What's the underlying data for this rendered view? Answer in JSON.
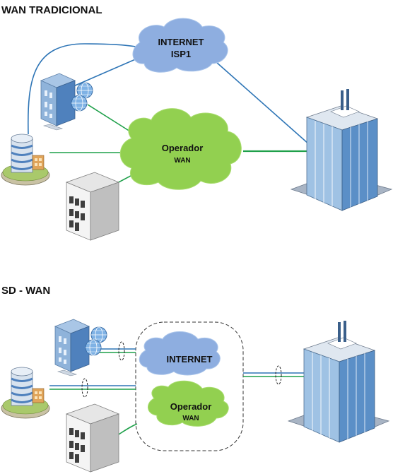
{
  "sections": {
    "traditional": {
      "title": "WAN TRADICIONAL"
    },
    "sdwan": {
      "title": "SD - WAN"
    }
  },
  "clouds": {
    "internet_top": {
      "line1": "INTERNET",
      "line2": "ISP1"
    },
    "operator_top": {
      "line1": "Operador",
      "line2": "WAN"
    },
    "internet_bottom": {
      "line1": "INTERNET"
    },
    "operator_bottom": {
      "line1": "Operador",
      "line2": "WAN"
    }
  },
  "colors": {
    "internet_link": "#2e75b6",
    "operator_link": "#1fa04a",
    "internet_cloud": "#8eaee0",
    "operator_cloud": "#92d050",
    "sdwan_boundary": "#333333"
  },
  "icons": [
    "office-building-icon",
    "branch-office-icon",
    "data-center-icon",
    "headquarters-icon",
    "globe-icon",
    "cloud-icon"
  ]
}
